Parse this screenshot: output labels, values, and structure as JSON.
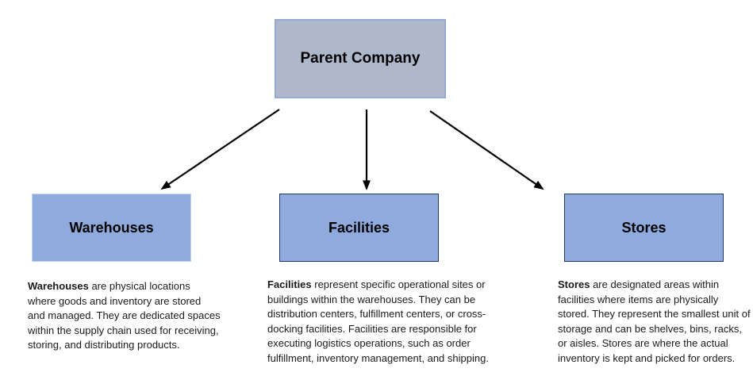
{
  "diagram": {
    "parent": {
      "label": "Parent Company"
    },
    "children": [
      {
        "label": "Warehouses",
        "lead": "Warehouses",
        "rest": " are physical locations where goods and inventory are stored and managed. They are dedicated spaces within the supply chain used for receiving, storing, and distributing products."
      },
      {
        "label": "Facilities",
        "lead": "Facilities",
        "rest": " represent specific operational sites or buildings within the warehouses. They can be distribution centers, fulfillment centers, or cross-docking facilities. Facilities are responsible for executing logistics operations, such as order fulfillment, inventory management, and shipping."
      },
      {
        "label": "Stores",
        "lead": "Stores",
        "rest": " are designated areas within facilities where items are physically stored. They represent the smallest unit of storage and can be shelves, bins, racks, or aisles. Stores are where the actual inventory is kept and picked for orders."
      }
    ],
    "colors": {
      "background": "#ffffff",
      "parent_fill": "#aeb8ca",
      "parent_border": "#94a9d6",
      "child_fill": "#8faadc",
      "warehouses_border": "#c5d3ee",
      "facilities_border": "#1f3864",
      "stores_border": "#1f3864",
      "arrow": "#000000",
      "title_text": "#000000",
      "body_text": "#1a1a1a"
    }
  }
}
